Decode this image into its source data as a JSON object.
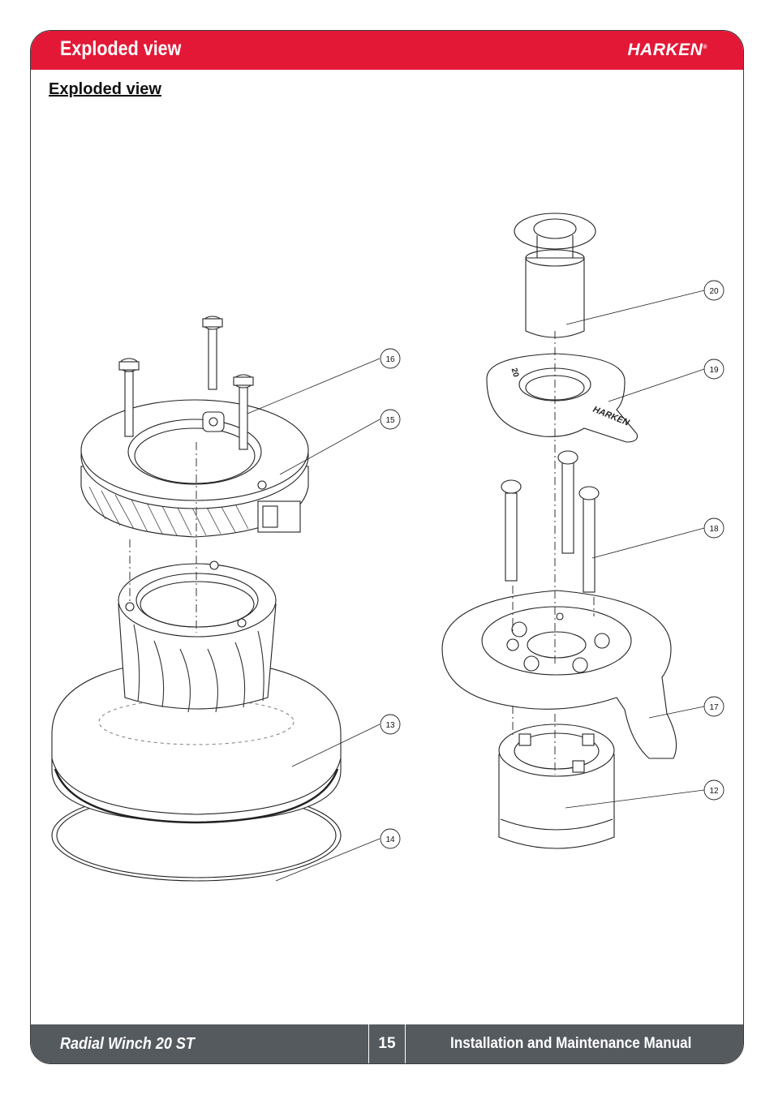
{
  "header": {
    "title": "Exploded view",
    "logo": "HARKEN",
    "logo_mark": "®"
  },
  "section_title": "Exploded view",
  "callouts": {
    "c20": "20",
    "c19": "19",
    "c16": "16",
    "c15": "15",
    "c18": "18",
    "c17": "17",
    "c13": "13",
    "c12": "12",
    "c14": "14"
  },
  "part_markings": {
    "cap_brand": "HARKEN",
    "cap_size": "20"
  },
  "footer": {
    "product": "Radial Winch 20 ST",
    "page_number": "15",
    "manual": "Installation and Maintenance Manual"
  },
  "colors": {
    "brand_red": "#e31837",
    "footer_gray": "#555a5f"
  }
}
